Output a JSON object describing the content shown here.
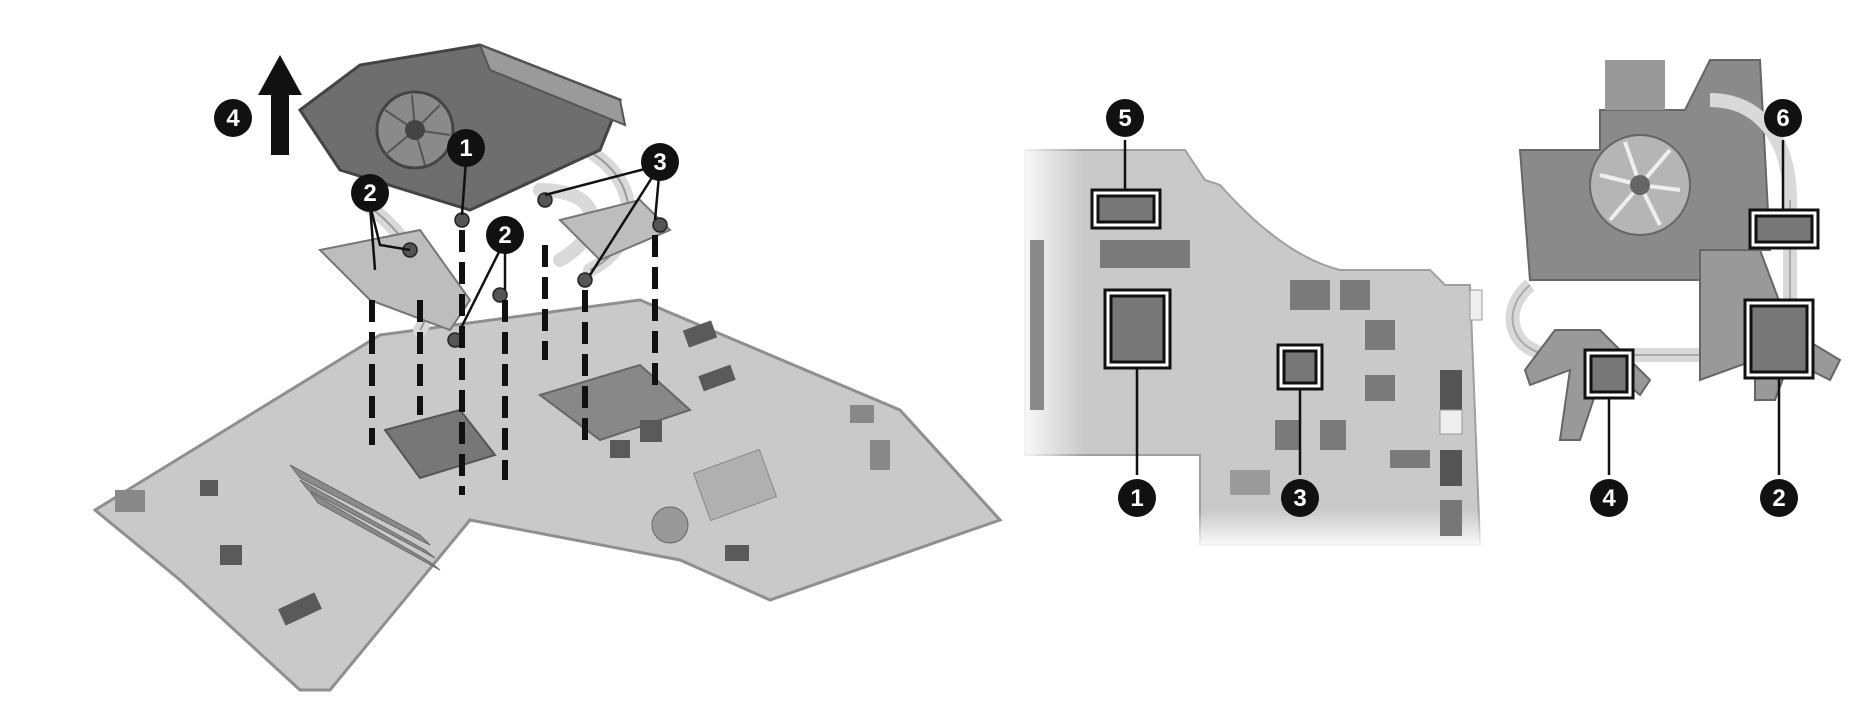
{
  "callouts_left": [
    {
      "id": "c1",
      "label": "1"
    },
    {
      "id": "c2a",
      "label": "2"
    },
    {
      "id": "c2b",
      "label": "2"
    },
    {
      "id": "c3",
      "label": "3"
    },
    {
      "id": "c4",
      "label": "4"
    }
  ],
  "callouts_right": [
    {
      "id": "r5",
      "label": "5"
    },
    {
      "id": "r1",
      "label": "1"
    },
    {
      "id": "r3",
      "label": "3"
    },
    {
      "id": "r6",
      "label": "6"
    },
    {
      "id": "r4",
      "label": "4"
    },
    {
      "id": "r2",
      "label": "2"
    }
  ],
  "colors": {
    "board": "#c9c9c9",
    "board_edge": "#8f8f8f",
    "chip": "#555555",
    "heatsink": "#6e6e6e",
    "pipe": "#d9d9d9",
    "callout": "#111111"
  }
}
